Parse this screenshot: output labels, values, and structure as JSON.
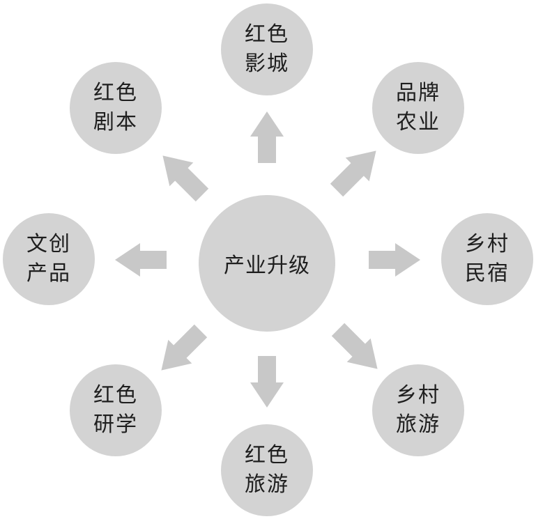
{
  "diagram": {
    "center": {
      "label": "产业升级"
    },
    "nodes": {
      "top": {
        "line1": "红色",
        "line2": "影城"
      },
      "top_right": {
        "line1": "品牌",
        "line2": "农业"
      },
      "right": {
        "line1": "乡村",
        "line2": "民宿"
      },
      "bottom_right": {
        "line1": "乡村",
        "line2": "旅游"
      },
      "bottom": {
        "line1": "红色",
        "line2": "旅游"
      },
      "bottom_left": {
        "line1": "红色",
        "line2": "研学"
      },
      "left": {
        "line1": "文创",
        "line2": "产品"
      },
      "top_left": {
        "line1": "红色",
        "line2": "剧本"
      }
    },
    "colors": {
      "circle_fill": "#d3d3d3",
      "arrow_fill": "#c8c8c8",
      "text": "#1e1e1e"
    }
  }
}
